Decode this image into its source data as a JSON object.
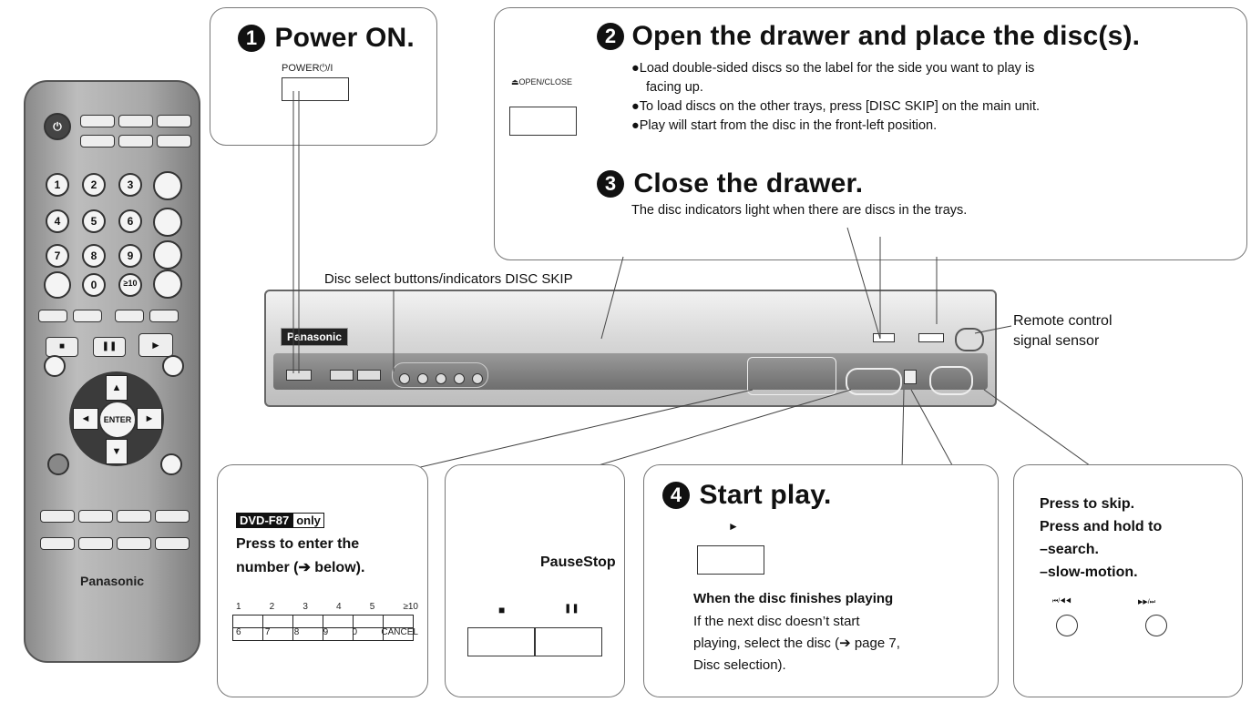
{
  "step1": {
    "num": "1",
    "title": "Power ON.",
    "button_label": "POWER⏻/I"
  },
  "step2": {
    "num": "2",
    "title": "Open the drawer and place the disc(s).",
    "button_label": "⏏OPEN/CLOSE",
    "bullets": [
      "●Load double-sided discs so the label for the side you want to play is",
      "facing up.",
      "●To load discs on the other trays, press [DISC SKIP] on the main unit.",
      "●Play will start from the disc in the front-left position."
    ]
  },
  "step3": {
    "num": "3",
    "title": "Close the drawer.",
    "text": "The disc indicators light when there are discs in the trays."
  },
  "labels": {
    "disc_select": "Disc select buttons/indicators DISC SKIP",
    "sensor": [
      "Remote control",
      "signal sensor"
    ],
    "player_logo": "Panasonic"
  },
  "box_numbers": {
    "model_tag": "DVD-F87",
    "only_tag": "only",
    "line1": "Press to enter the",
    "line2": "number (➔ below).",
    "keys_top": [
      "1",
      "2",
      "3",
      "4",
      "5",
      "≥10"
    ],
    "keys_bottom": [
      "6",
      "7",
      "8",
      "9",
      "0",
      "CANCEL"
    ]
  },
  "box_pause_stop": {
    "label": "PauseStop",
    "stop_icon": "■",
    "pause_icon": "❚❚"
  },
  "step4": {
    "num": "4",
    "title": "Start play.",
    "play_icon": "►",
    "finish_title": "When the disc finishes playing",
    "finish_lines": [
      "If the next disc doesn’t start",
      "playing, select the disc (➔ page 7,",
      "Disc selection)."
    ]
  },
  "box_skip": {
    "lines": [
      "Press to skip.",
      "Press and hold to",
      "–search.",
      "–slow-motion."
    ],
    "left_icon": "⏮/◀◀",
    "right_icon": "▶▶/⏭"
  },
  "remote": {
    "brand": "Panasonic",
    "enter": "ENTER"
  }
}
